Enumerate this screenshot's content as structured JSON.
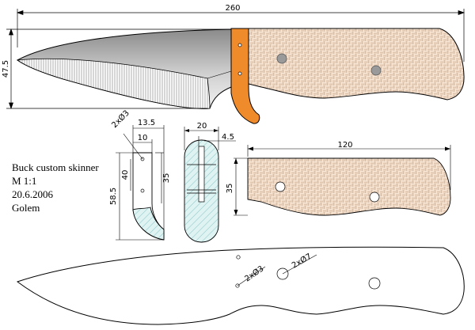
{
  "title_block": {
    "name": "Buck custom skinner",
    "scale": "M 1:1",
    "date": "20.6.2006",
    "author": "Golem"
  },
  "dimensions": {
    "overall_length": "260",
    "blade_height": "47.5",
    "handle_length": "120",
    "handle_height": "35",
    "guard_holes": "2xØ3",
    "guard_width_1": "13.5",
    "guard_width_2": "10",
    "guard_height_total": "58.5",
    "guard_height_inner": "40",
    "guard_height_2": "35",
    "end_width": "20",
    "end_offset": "4.5",
    "blank_small_holes": "2xØ3",
    "blank_large_holes": "2xØ7"
  },
  "colors": {
    "guard": "#f08b2c",
    "handle_fill": "#f7e6d6",
    "handle_pattern": "#c9a488",
    "blade_dark": "#8a8a8a",
    "blade_light": "#e4e4e4",
    "bolster_fill": "#dff3f3",
    "bolster_hatch": "#79bcbc",
    "pin": "#9a9a9a"
  }
}
